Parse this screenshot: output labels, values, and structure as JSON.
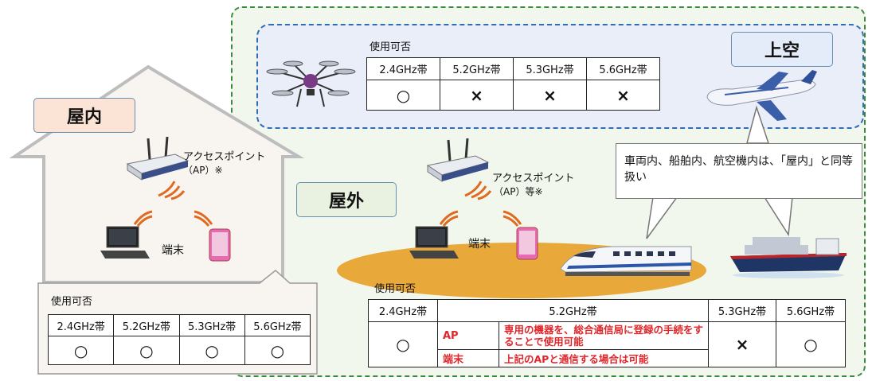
{
  "regions": {
    "indoor_label": "屋内",
    "outdoor_label": "屋外",
    "sky_label": "上空"
  },
  "availability_heading": "使用可否",
  "bands": [
    "2.4GHz帯",
    "5.2GHz帯",
    "5.3GHz帯",
    "5.6GHz帯"
  ],
  "sky_table": {
    "values": [
      "○",
      "×",
      "×",
      "×"
    ]
  },
  "indoor_table": {
    "values": [
      "○",
      "○",
      "○",
      "○"
    ]
  },
  "outdoor_table": {
    "v24": "○",
    "v53": "×",
    "v56": "○",
    "ap_label": "AP",
    "ap_text": "専用の機器を、総合通信局に登録の手続をすることで使用可能",
    "terminal_label": "端末",
    "terminal_text": "上記のAPと通信する場合は可能"
  },
  "indoor_ap": {
    "name": "アクセスポイント",
    "sub": "（AP）※"
  },
  "outdoor_ap": {
    "name": "アクセスポイント",
    "sub": "（AP）等※"
  },
  "terminal_label": "端末",
  "callout": "車両内、船舶内、航空機内は、「屋内」と同等扱い",
  "colors": {
    "outdoor_fill": "#f1f7ec",
    "outdoor_border": "#3d8a3d",
    "sky_fill": "#e9eef8",
    "sky_border": "#2f6db5",
    "house_fill": "#f8f5f1",
    "ground": "#e8a93a"
  },
  "icons": [
    "drone-icon",
    "airplane-icon",
    "router-icon",
    "laptop-icon",
    "smartphone-icon",
    "bullet-train-icon",
    "ship-icon",
    "wifi-waves-icon"
  ]
}
